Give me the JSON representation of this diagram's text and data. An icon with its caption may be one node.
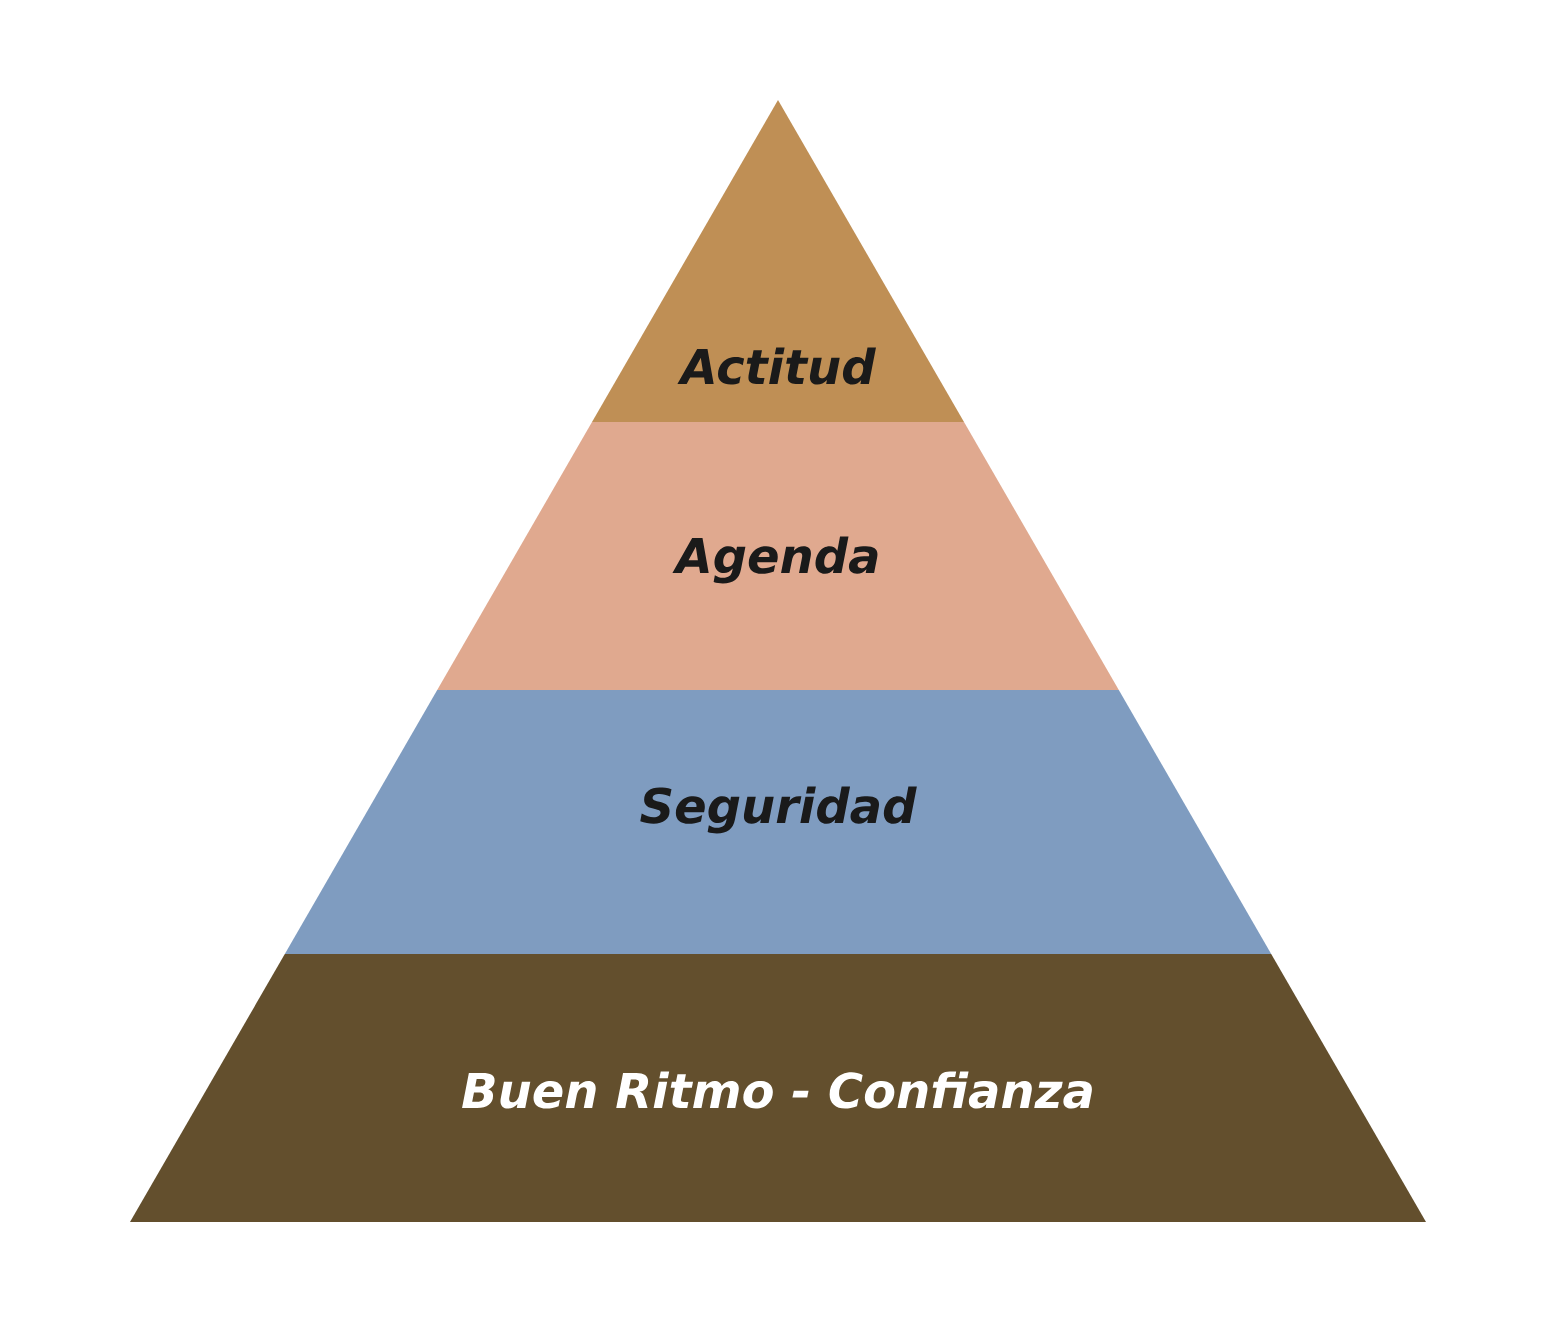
{
  "diagram": {
    "nodes": [
      {
        "text": [
          "Actitud"
        ]
      },
      {
        "text": [
          "Agenda"
        ]
      },
      {
        "text": [
          "Seguridad"
        ]
      },
      {
        "text": [
          "Buen Ritmo - Confianza"
        ]
      }
    ]
  }
}
